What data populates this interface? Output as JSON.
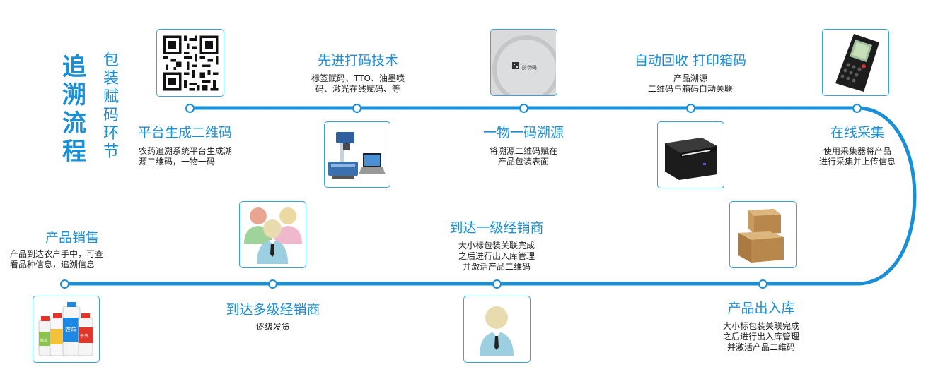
{
  "header": {
    "title_chars": [
      "追",
      "溯",
      "流",
      "程"
    ],
    "subtitle_chars": [
      "包",
      "装",
      "赋",
      "码",
      "环",
      "节"
    ]
  },
  "steps": [
    {
      "id": "platform",
      "title": "平台生成二维码",
      "desc": "农药追溯系统平台生成溯\n源二维码，一物一码",
      "icon": "qr-code-icon"
    },
    {
      "id": "printing",
      "title": "先进打码技术",
      "desc": "标签赋码、TTO、油墨喷\n码、激光在线赋码、等",
      "icon": "laser-marking-machine-icon"
    },
    {
      "id": "one-code",
      "title": "一物一码溯源",
      "desc": "将溯源二维码赋在\n产品包装表面",
      "icon": "printed-bottle-cap-icon"
    },
    {
      "id": "recycle",
      "title": "自动回收 打印箱码",
      "desc": "产品溯源\n二维码与箱码自动关联",
      "icon": "thermal-printer-icon"
    },
    {
      "id": "collect",
      "title": "在线采集",
      "desc": "使用采集器将产品\n进行采集并上传信息",
      "icon": "barcode-scanner-icon"
    },
    {
      "id": "warehouse",
      "title": "产品出入库",
      "desc": "大小标包装关联完成\n之后进行出入库管理\n并激活产品二维码",
      "icon": "cardboard-boxes-icon"
    },
    {
      "id": "level1",
      "title": "到达一级经销商",
      "desc": "大小标包装关联完成\n之后进行出入库管理\n并激活产品二维码",
      "icon": "dealer-person-icon"
    },
    {
      "id": "multi-level",
      "title": "到达多级经销商",
      "desc": "逐级发货",
      "icon": "dealer-group-icon"
    },
    {
      "id": "sales",
      "title": "产品销售",
      "desc": "产品到达农户手中，可查\n看品种信息，追溯信息",
      "icon": "pesticide-bottles-icon"
    }
  ],
  "colors": {
    "line": "#1b8fd6",
    "accent": "#1b8fd6",
    "card_border": "#35a4e4",
    "text": "#222222"
  },
  "bottle_labels": [
    "农药",
    "杀虫",
    "除草"
  ],
  "cap_label": "防伪码"
}
